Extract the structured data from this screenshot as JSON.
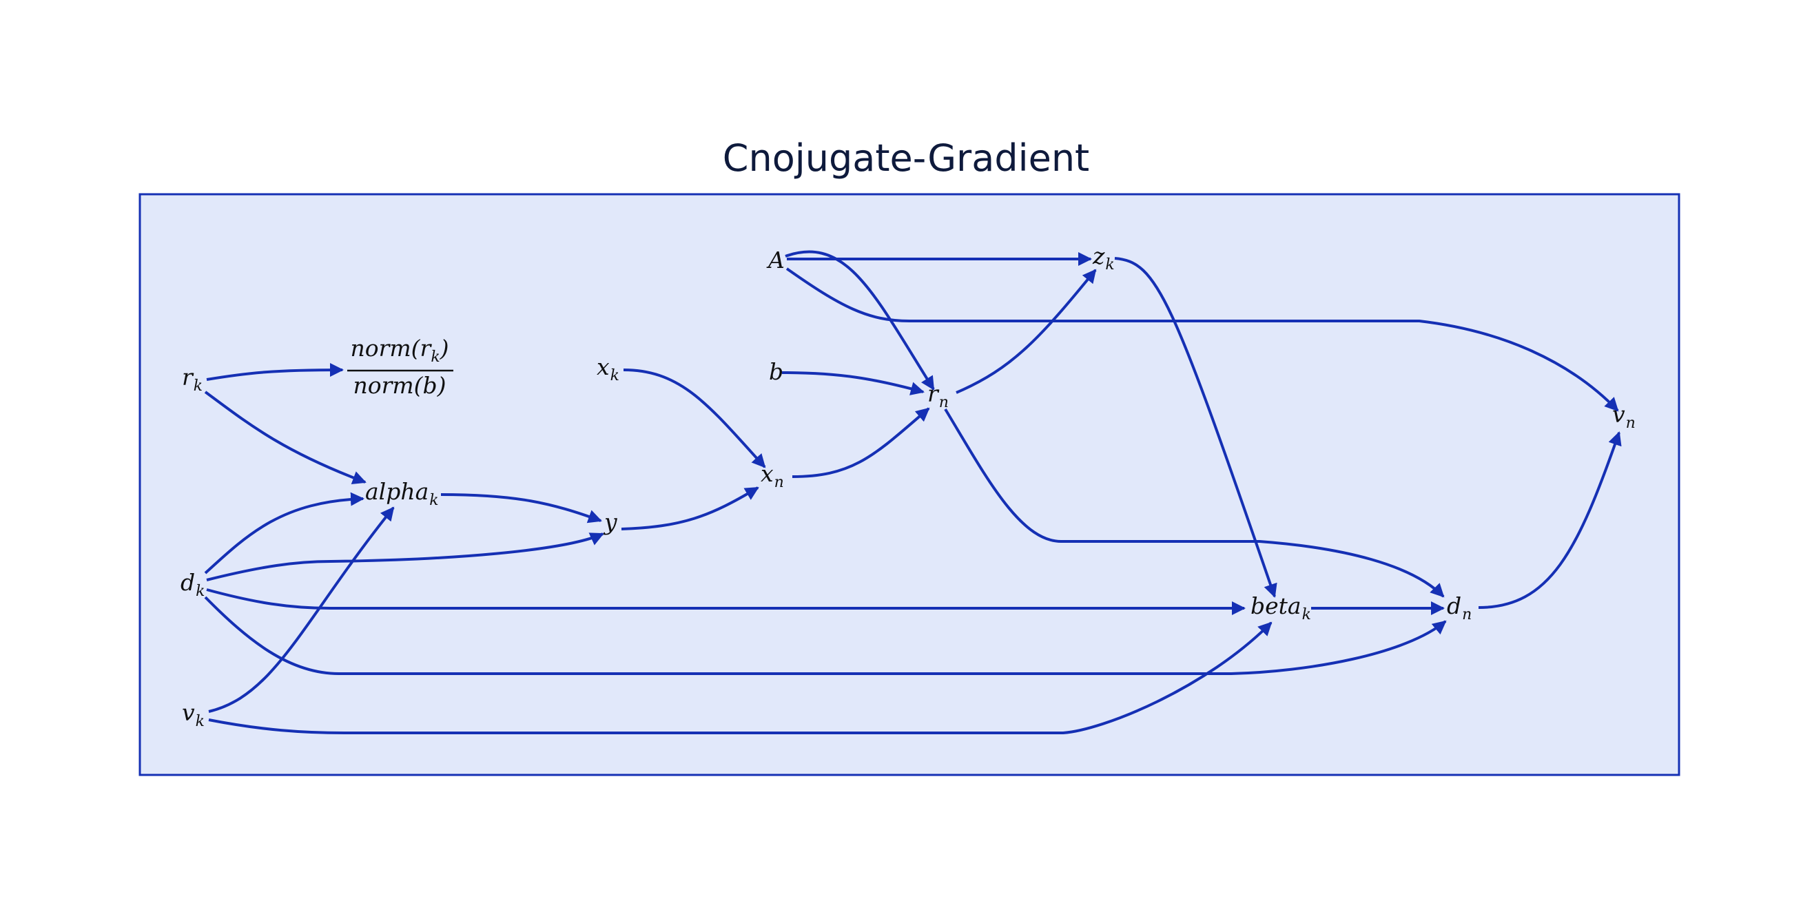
{
  "title": "Cnojugate-Gradient",
  "colors": {
    "cluster_fill": "#e1e8fa",
    "cluster_border": "#1530b4",
    "edge": "#1530b4"
  },
  "nodes": {
    "A": {
      "base": "A",
      "sub": ""
    },
    "z_k": {
      "base": "z",
      "sub": "k"
    },
    "x_k": {
      "base": "x",
      "sub": "k"
    },
    "b": {
      "base": "b",
      "sub": ""
    },
    "r_n": {
      "base": "r",
      "sub": "n"
    },
    "r_k": {
      "base": "r",
      "sub": "k"
    },
    "norm": {
      "numerator": "norm(r",
      "numerator_sub": "k",
      "numerator_end": ")",
      "denominator": "norm(b)"
    },
    "v_n": {
      "base": "v",
      "sub": "n"
    },
    "x_n": {
      "base": "x",
      "sub": "n"
    },
    "alpha_k": {
      "base": "alpha",
      "sub": "k"
    },
    "y": {
      "base": "y",
      "sub": ""
    },
    "d_k": {
      "base": "d",
      "sub": "k"
    },
    "beta_k": {
      "base": "beta",
      "sub": "k"
    },
    "d_n": {
      "base": "d",
      "sub": "n"
    },
    "v_k": {
      "base": "v",
      "sub": "k"
    }
  },
  "edges": [
    {
      "from": "r_k",
      "to": "norm"
    },
    {
      "from": "r_k",
      "to": "alpha_k"
    },
    {
      "from": "d_k",
      "to": "alpha_k"
    },
    {
      "from": "v_k",
      "to": "alpha_k"
    },
    {
      "from": "alpha_k",
      "to": "y"
    },
    {
      "from": "d_k",
      "to": "y"
    },
    {
      "from": "x_k",
      "to": "x_n"
    },
    {
      "from": "y",
      "to": "x_n"
    },
    {
      "from": "x_n",
      "to": "r_n"
    },
    {
      "from": "b",
      "to": "r_n"
    },
    {
      "from": "A",
      "to": "r_n"
    },
    {
      "from": "A",
      "to": "z_k"
    },
    {
      "from": "r_n",
      "to": "z_k"
    },
    {
      "from": "A",
      "to": "v_n"
    },
    {
      "from": "z_k",
      "to": "beta_k"
    },
    {
      "from": "d_k",
      "to": "beta_k"
    },
    {
      "from": "v_k",
      "to": "beta_k"
    },
    {
      "from": "beta_k",
      "to": "d_n"
    },
    {
      "from": "r_n",
      "to": "d_n"
    },
    {
      "from": "d_k",
      "to": "d_n"
    },
    {
      "from": "d_n",
      "to": "v_n"
    }
  ]
}
